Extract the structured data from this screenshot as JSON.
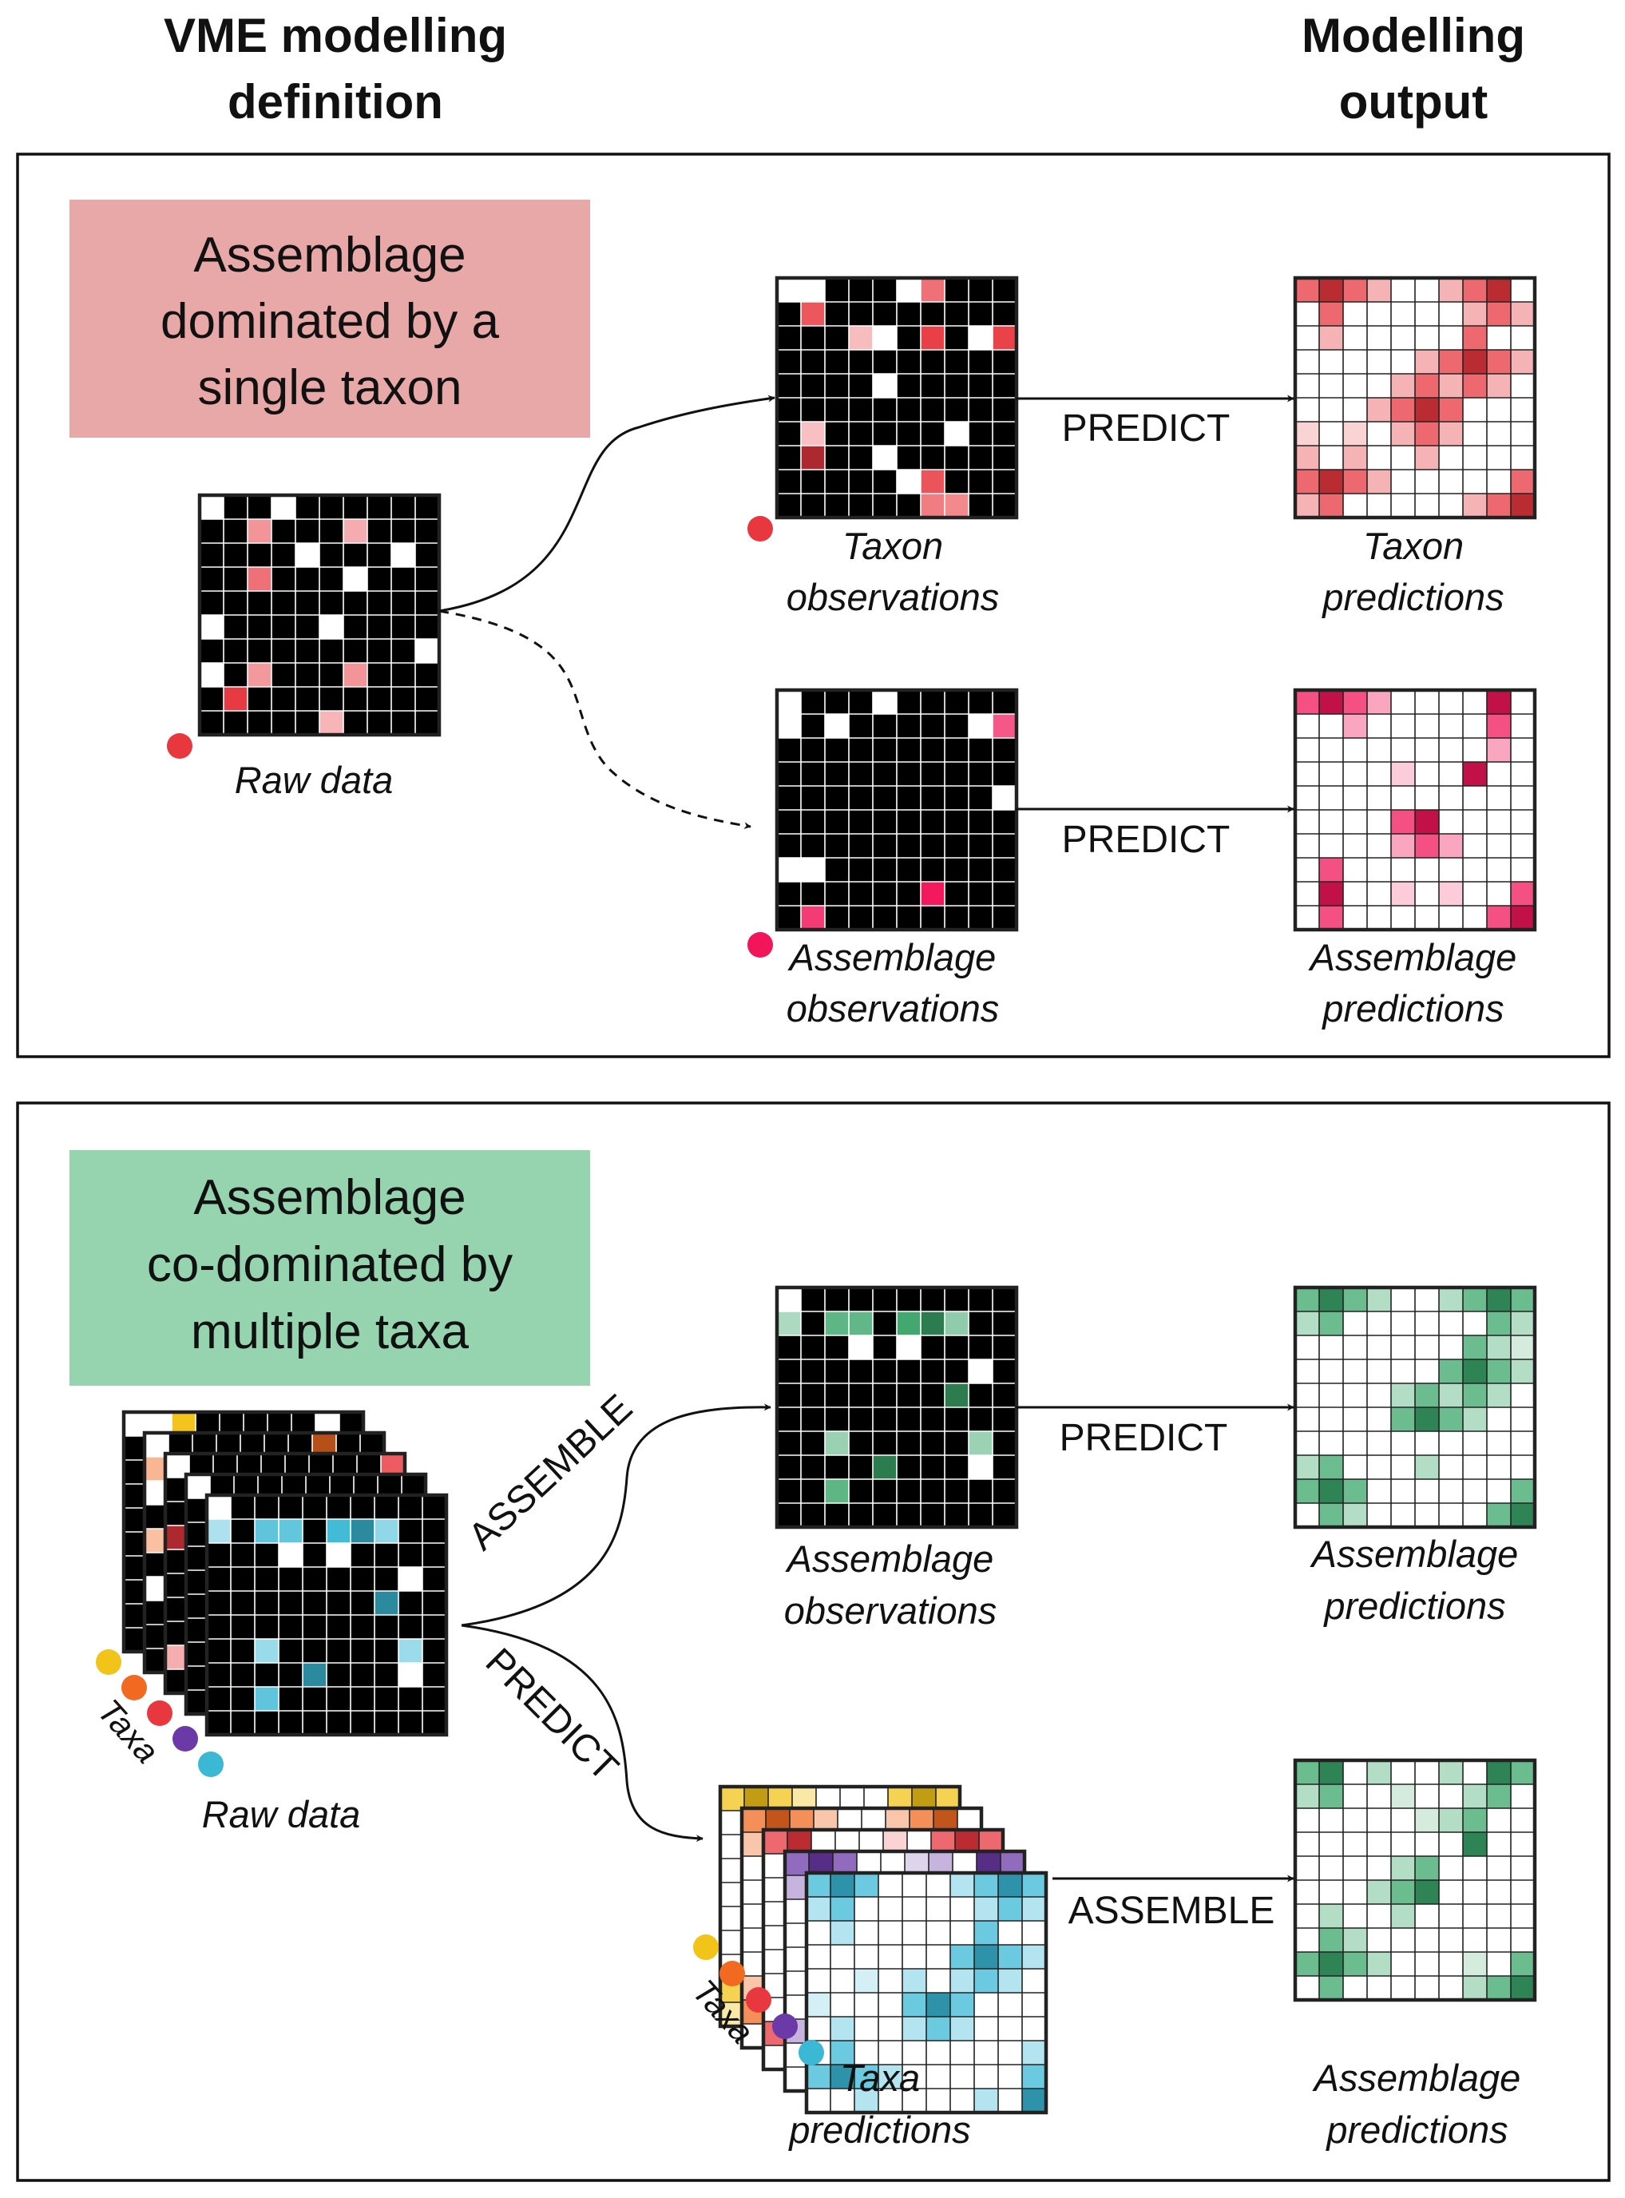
{
  "headers": {
    "left": [
      "VME modelling",
      "definition"
    ],
    "right": [
      "Modelling",
      "output"
    ]
  },
  "top_panel": {
    "title": [
      "Assemblage",
      "dominated by a",
      "single taxon"
    ],
    "raw_caption": "Raw data",
    "taxon_obs_caption": [
      "Taxon",
      "observations"
    ],
    "taxon_pred_caption": [
      "Taxon",
      "predictions"
    ],
    "assemblage_obs_caption": [
      "Assemblage",
      "observations"
    ],
    "assemblage_pred_caption": [
      "Assemblage",
      "predictions"
    ],
    "predict_label_1": "PREDICT",
    "predict_label_2": "PREDICT"
  },
  "bottom_panel": {
    "title": [
      "Assemblage",
      "co-dominated by",
      "multiple taxa"
    ],
    "raw_caption": "Raw data",
    "taxa_label": "Taxa",
    "taxa_label_2": "Taxa",
    "assemble_label": "ASSEMBLE",
    "predict_diag_label": "PREDICT",
    "assemblage_obs_caption": [
      "Assemblage",
      "observations"
    ],
    "assemblage_pred_caption_1": [
      "Assemblage",
      "predictions"
    ],
    "taxa_pred_caption": [
      "Taxa",
      "predictions"
    ],
    "assemblage_pred_caption_2": [
      "Assemblage",
      "predictions"
    ],
    "predict_label": "PREDICT",
    "assemble_label_2": "ASSEMBLE"
  },
  "colors": {
    "top_title_bg": "#e8a8a8",
    "bottom_title_bg": "#96d4b0",
    "observed_empty": "#000000",
    "predicted_empty": "#ffffff",
    "taxon_red": "#e8373f",
    "assemblage_pink": "#f2155a",
    "assemblage_green": "#3aa56a",
    "taxa_colors": [
      "#f2c318",
      "#f26a22",
      "#e8373f",
      "#6b3aa8",
      "#3ab8d4"
    ]
  }
}
